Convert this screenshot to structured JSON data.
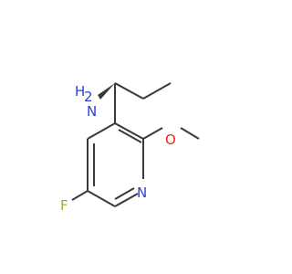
{
  "molecule": {
    "atoms": {
      "amine_h": "H",
      "amine_subscript": "2",
      "amine_n": "N",
      "methoxy_o": "O",
      "ring_n": "N",
      "fluoro_f": "F"
    },
    "colors": {
      "bond": "#3a3a3a",
      "nitrogen": "#2f3fd6",
      "oxygen": "#e8281e",
      "fluorine": "#8fb43a"
    }
  }
}
